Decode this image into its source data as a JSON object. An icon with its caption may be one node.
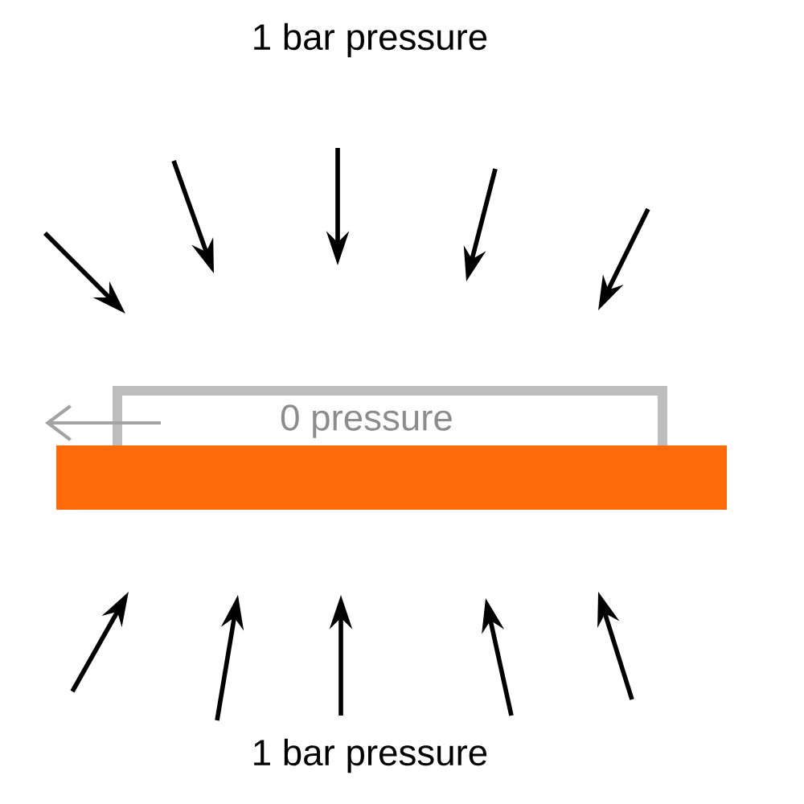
{
  "diagram": {
    "labels": [
      "1 bar pressure",
      "0 pressure",
      "1 bar pressure"
    ]
  }
}
